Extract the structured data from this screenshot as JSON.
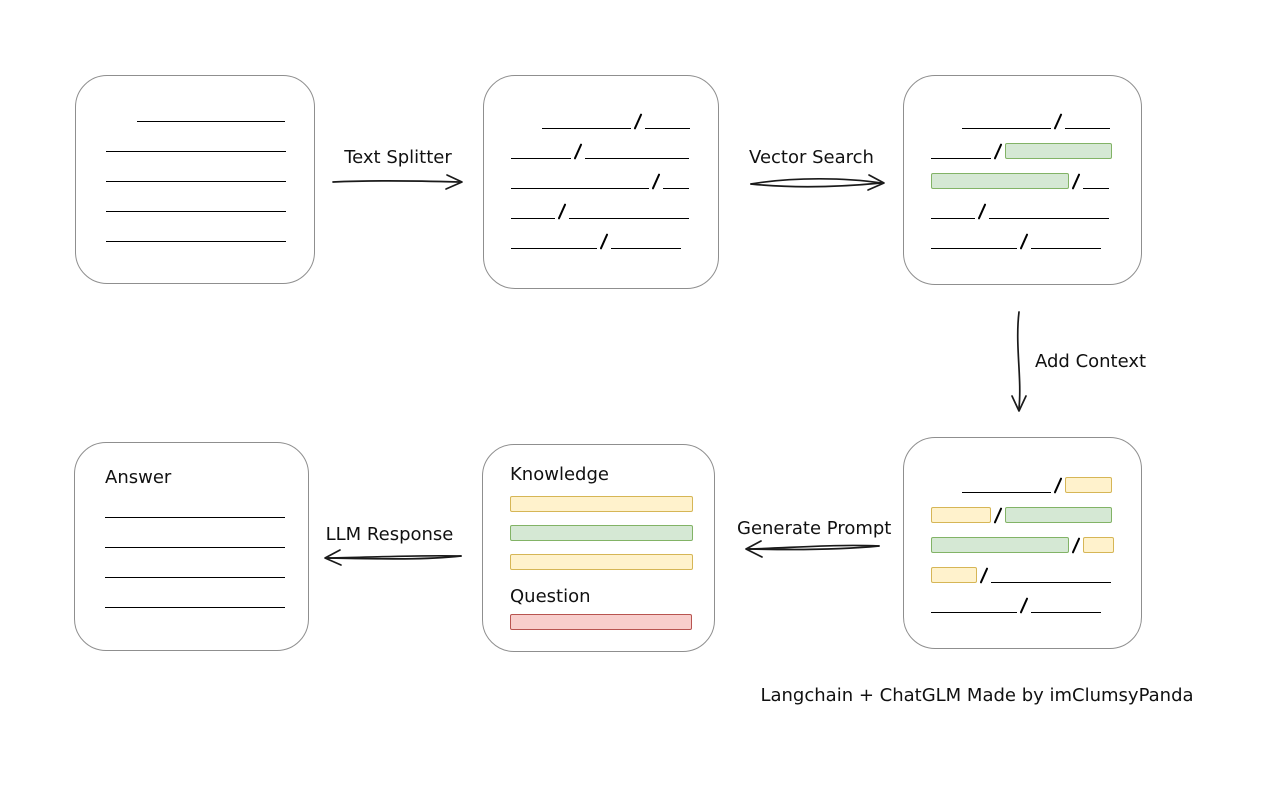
{
  "caption": "Langchain + ChatGLM Made by imClumsyPanda",
  "labels": {
    "text_splitter": "Text Splitter",
    "vector_search": "Vector Search",
    "add_context": "Add Context",
    "generate_prompt": "Generate Prompt",
    "llm_response": "LLM Response",
    "knowledge": "Knowledge",
    "question": "Question",
    "answer": "Answer"
  },
  "colors": {
    "green_fill": "#d5e8d4",
    "green_border": "#82b366",
    "yellow_fill": "#fff2cc",
    "yellow_border": "#d6b656",
    "red_fill": "#f8cecc",
    "red_border": "#b85450",
    "box_border": "#8f8f8f",
    "stroke": "#1a1a1a"
  },
  "rows": {
    "document": [
      {
        "indent": 31,
        "segs": [
          [
            "line",
            148
          ]
        ]
      },
      {
        "segs": [
          [
            "line",
            180
          ]
        ]
      },
      {
        "segs": [
          [
            "line",
            180
          ]
        ]
      },
      {
        "segs": [
          [
            "line",
            180
          ]
        ]
      },
      {
        "segs": [
          [
            "line",
            180
          ]
        ]
      }
    ],
    "chunks": [
      {
        "indent": 31,
        "segs": [
          [
            "line",
            89
          ],
          [
            "line",
            45
          ]
        ]
      },
      {
        "segs": [
          [
            "line",
            60
          ],
          [
            "line",
            104
          ]
        ]
      },
      {
        "segs": [
          [
            "line",
            138
          ],
          [
            "line",
            26
          ]
        ]
      },
      {
        "segs": [
          [
            "line",
            44
          ],
          [
            "line",
            120
          ]
        ]
      },
      {
        "segs": [
          [
            "line",
            86
          ],
          [
            "line",
            70
          ]
        ]
      }
    ],
    "matched_chunks": [
      {
        "indent": 31,
        "segs": [
          [
            "line",
            89
          ],
          [
            "line",
            45
          ]
        ]
      },
      {
        "segs": [
          [
            "line",
            60
          ],
          [
            "green",
            107
          ]
        ]
      },
      {
        "segs": [
          [
            "green",
            138
          ],
          [
            "line",
            26
          ]
        ]
      },
      {
        "segs": [
          [
            "line",
            44
          ],
          [
            "line",
            120
          ]
        ]
      },
      {
        "segs": [
          [
            "line",
            86
          ],
          [
            "line",
            70
          ]
        ]
      }
    ],
    "context_chunks": [
      {
        "indent": 31,
        "segs": [
          [
            "line",
            89
          ],
          [
            "yellow",
            47
          ]
        ]
      },
      {
        "segs": [
          [
            "yellow",
            60
          ],
          [
            "green",
            107
          ]
        ]
      },
      {
        "segs": [
          [
            "green",
            138
          ],
          [
            "yellow",
            31
          ]
        ]
      },
      {
        "segs": [
          [
            "yellow",
            46
          ],
          [
            "line",
            120
          ]
        ]
      },
      {
        "segs": [
          [
            "line",
            86
          ],
          [
            "line",
            70
          ]
        ]
      }
    ],
    "knowledge_bars": [
      {
        "segs": [
          [
            "yellow",
            183
          ]
        ]
      },
      {
        "segs": [
          [
            "green",
            183
          ]
        ]
      },
      {
        "segs": [
          [
            "yellow",
            183
          ]
        ]
      }
    ],
    "question_bar": [
      {
        "segs": [
          [
            "red",
            182
          ]
        ]
      }
    ],
    "answer_lines": [
      {
        "segs": [
          [
            "line",
            180
          ]
        ]
      },
      {
        "segs": [
          [
            "line",
            180
          ]
        ]
      },
      {
        "segs": [
          [
            "line",
            180
          ]
        ]
      },
      {
        "segs": [
          [
            "line",
            180
          ]
        ]
      }
    ]
  }
}
